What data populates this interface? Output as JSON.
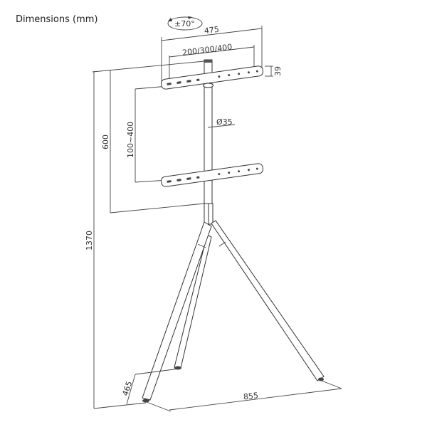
{
  "title": "Dimensions (mm)",
  "rotation_label": "±70°",
  "dimensions": {
    "bracket_width": "475",
    "vesa_width": "200/300/400",
    "bracket_height": "39",
    "pole_diameter": "Ø35",
    "vesa_height": "100~400",
    "adjust_height": "600",
    "total_height": "1370",
    "base_depth": "465",
    "base_width": "855"
  },
  "colors": {
    "line": "#333333",
    "background": "#ffffff"
  }
}
